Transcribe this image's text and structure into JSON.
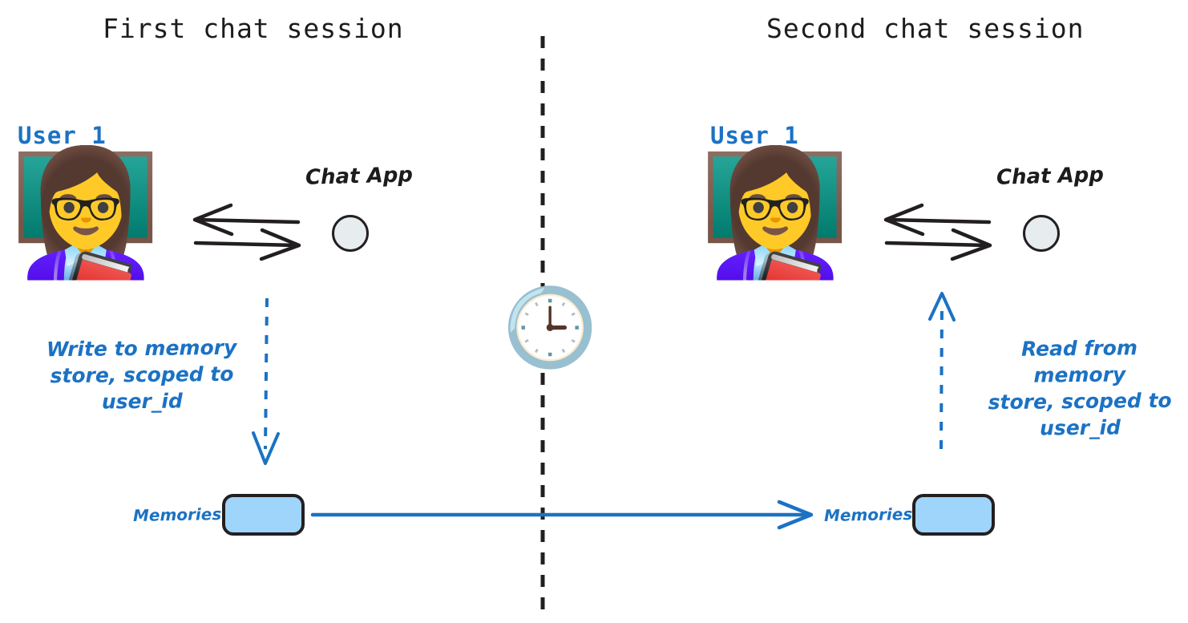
{
  "diagram": {
    "title_left": "First chat session",
    "title_right": "Second chat session",
    "background_color": "#ffffff",
    "accent_blue": "#1b72c4",
    "memory_fill": "#9fd4fb",
    "app_circle_fill": "#e7ecee",
    "outline_color": "#231f20"
  },
  "left_session": {
    "title": "First chat session",
    "user_label": "User 1",
    "avatar_icon": "woman-teacher-emoji",
    "avatar_glyph": "👩‍🏫",
    "chat_app_label": "Chat App",
    "exchange_arrows": [
      "arrow-left",
      "arrow-right"
    ],
    "flow_annotation": "Write to memory\nstore, scoped to\nuser_id",
    "flow_direction": "down",
    "memories_label": "Memories"
  },
  "right_session": {
    "title": "Second chat session",
    "user_label": "User 1",
    "avatar_icon": "woman-teacher-emoji",
    "avatar_glyph": "👩‍🏫",
    "chat_app_label": "Chat App",
    "exchange_arrows": [
      "arrow-left",
      "arrow-right"
    ],
    "flow_annotation": "Read from memory\nstore, scoped to\nuser_id",
    "flow_direction": "up",
    "memories_label": "Memories"
  },
  "divider": {
    "icon": "clock-icon",
    "glyph": "🕒",
    "style": "dashed-vertical",
    "color": "#231f20"
  },
  "persistence_arrow": {
    "direction": "right",
    "color": "#1b72c4",
    "from": "left-memories-box",
    "to": "right-memories-label"
  }
}
